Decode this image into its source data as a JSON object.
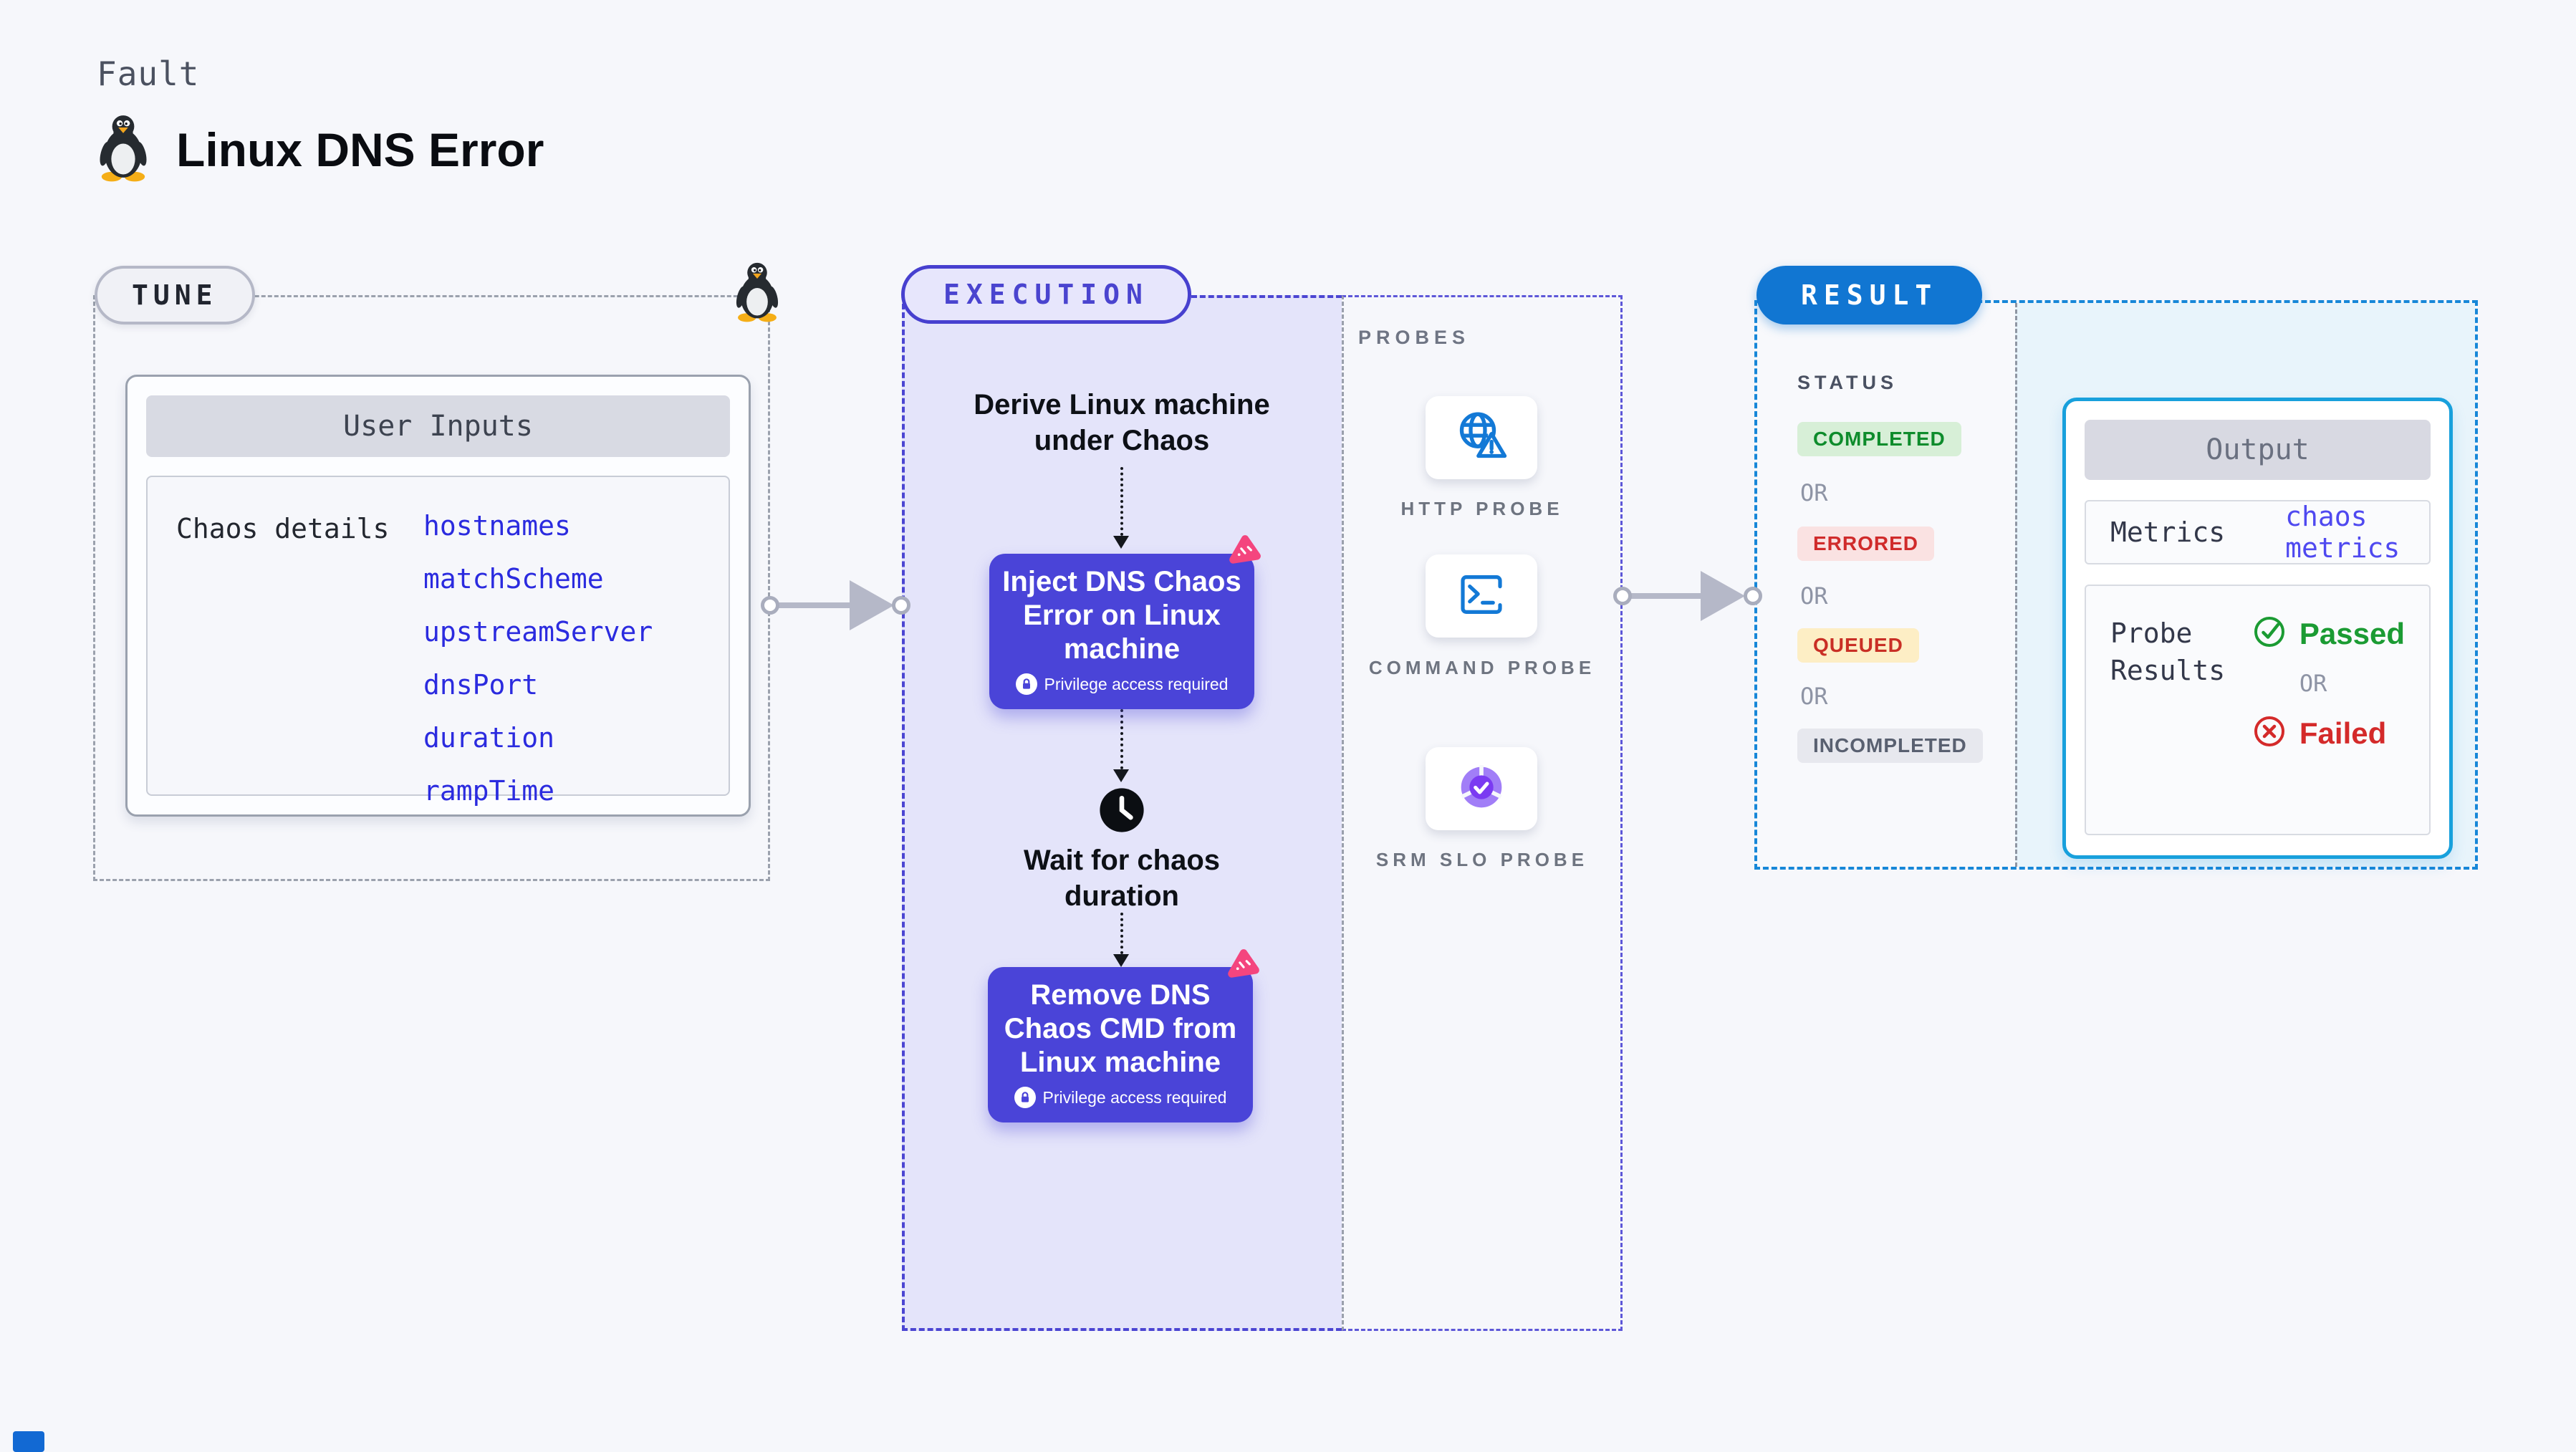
{
  "header": {
    "kicker": "Fault",
    "title": "Linux DNS Error"
  },
  "tune": {
    "pill": "TUNE",
    "card": {
      "title": "User Inputs",
      "row_label": "Chaos details",
      "params": [
        "hostnames",
        "matchScheme",
        "upstreamServer",
        "dnsPort",
        "duration",
        "rampTime"
      ]
    }
  },
  "execution": {
    "pill": "EXECUTION",
    "derive_step": "Derive Linux machine under Chaos",
    "inject_step": {
      "title": "Inject DNS Chaos Error on Linux machine",
      "badge": "Privilege access required"
    },
    "wait_step": "Wait for chaos duration",
    "remove_step": {
      "title": "Remove DNS Chaos CMD from Linux machine",
      "badge": "Privilege access required"
    }
  },
  "probes": {
    "label": "PROBES",
    "items": [
      {
        "name": "HTTP PROBE",
        "icon": "globe-alert-icon"
      },
      {
        "name": "COMMAND PROBE",
        "icon": "terminal-icon"
      },
      {
        "name": "SRM SLO PROBE",
        "icon": "slo-donut-icon"
      }
    ]
  },
  "result": {
    "pill": "RESULT",
    "status_label": "STATUS",
    "or": "OR",
    "statuses": {
      "completed": "COMPLETED",
      "errored": "ERRORED",
      "queued": "QUEUED",
      "incompleted": "INCOMPLETED"
    },
    "output": {
      "title": "Output",
      "metrics_label": "Metrics",
      "metrics_value": "chaos metrics",
      "probe_label": "Probe Results",
      "passed": "Passed",
      "failed": "Failed"
    }
  },
  "colors": {
    "indigo": "#4a44d8",
    "lavender_bg": "#e4e4fa",
    "result_blue": "#1176d2",
    "result_dash": "#1787d8",
    "output_border": "#18a0dc",
    "green": "#1b9b33",
    "red": "#d42a2a",
    "queued_yellow_bg": "#fdeec5",
    "pink": "#f4457e",
    "link_blue": "#2b2bdf"
  }
}
